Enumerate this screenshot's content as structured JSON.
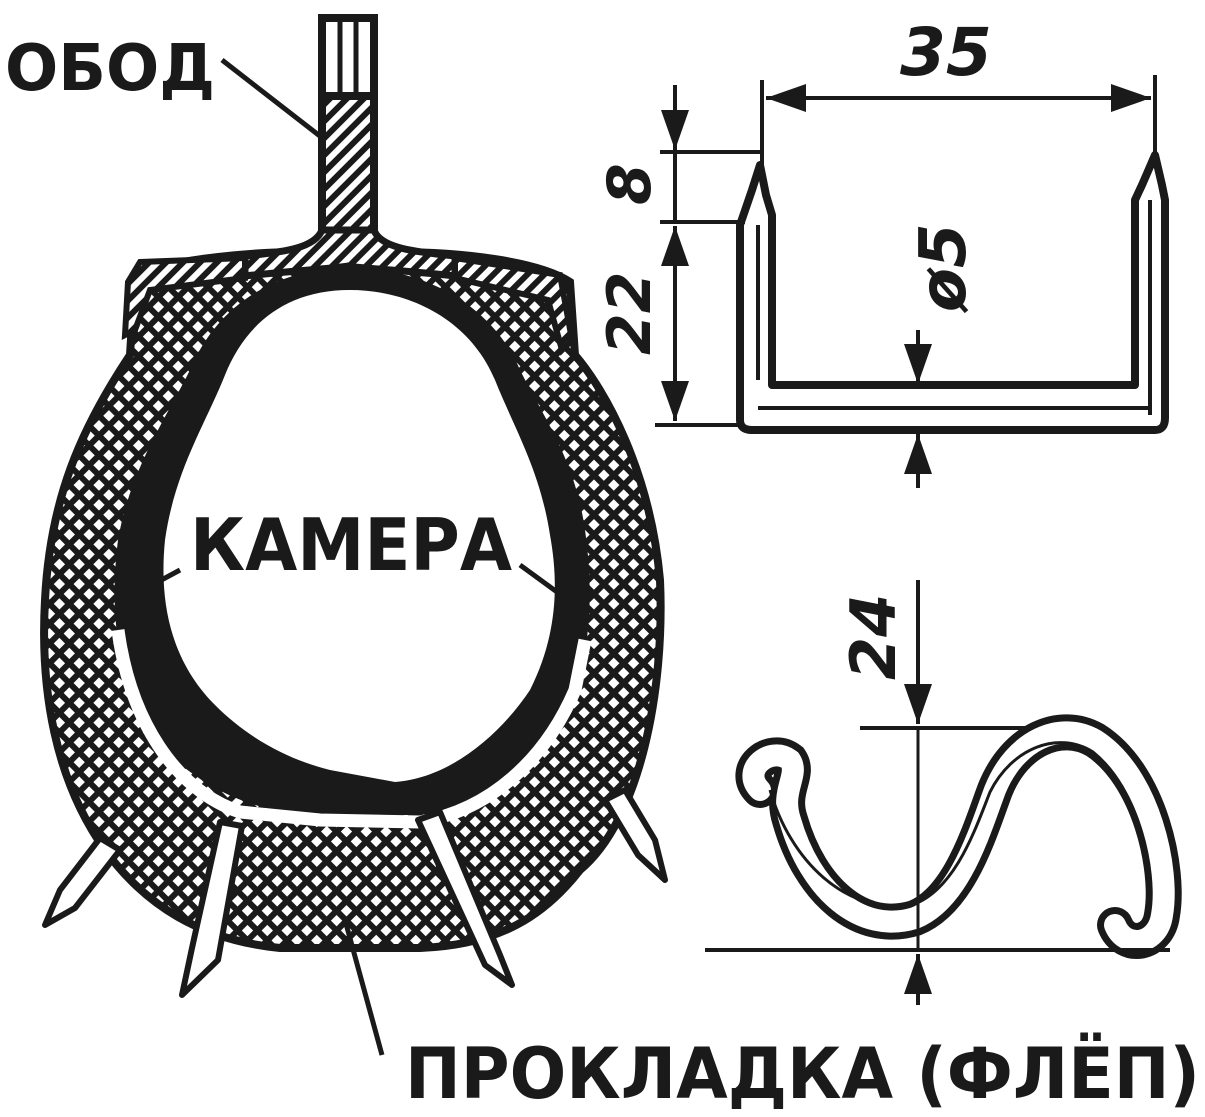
{
  "labels": {
    "rim": "ОБОД",
    "tube": "КАМЕРА",
    "flap": "ПРОКЛАДКА (ФЛЁП)"
  },
  "dimensions": {
    "width": "35",
    "tip_length": "8",
    "leg_height": "22",
    "diameter": "ø5",
    "hook_height": "24"
  },
  "colors": {
    "ink": "#1a1a1a",
    "paper": "#ffffff"
  }
}
